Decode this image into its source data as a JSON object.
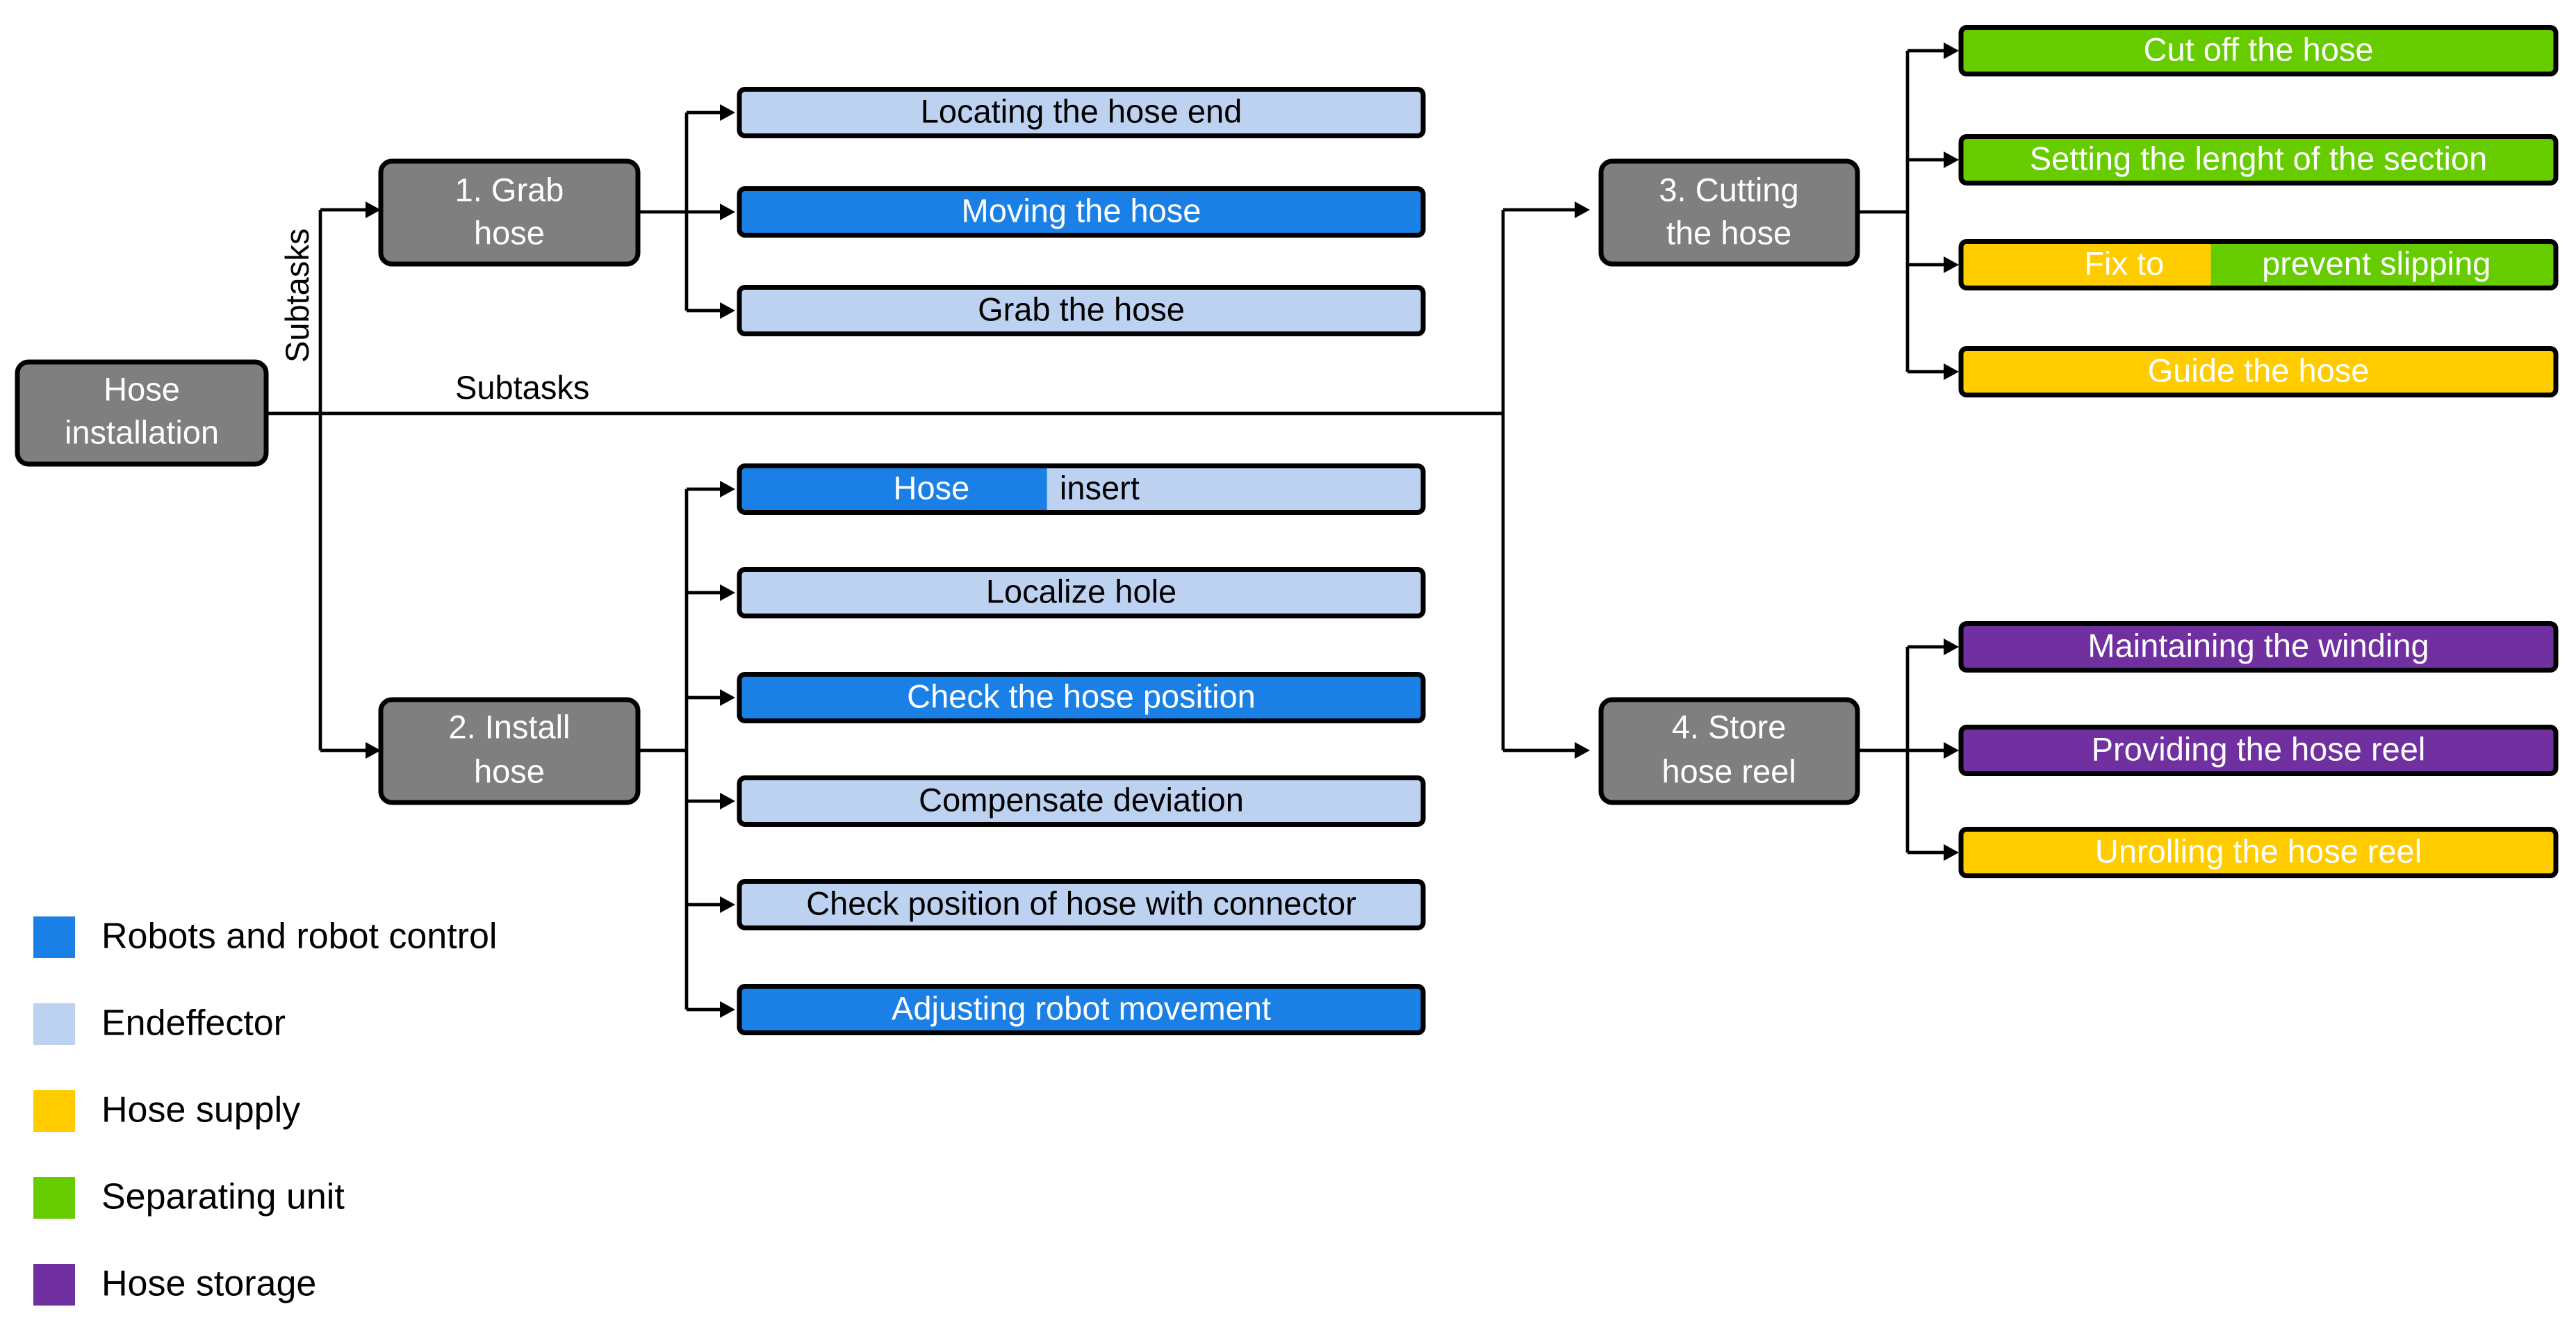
{
  "diagram": {
    "root": {
      "label": [
        "Hose",
        "installation"
      ]
    },
    "subtasks_label_horizontal": "Subtasks",
    "subtasks_label_vertical": "Subtasks",
    "groups": [
      {
        "id": "g1",
        "label": [
          "1. Grab",
          "hose"
        ]
      },
      {
        "id": "g2",
        "label": [
          "2. Install",
          "hose"
        ]
      },
      {
        "id": "g3",
        "label": [
          "3. Cutting",
          "the hose"
        ]
      },
      {
        "id": "g4",
        "label": [
          "4. Store",
          "hose reel"
        ]
      }
    ],
    "tasks": [
      {
        "group": "g1",
        "label": "Locating the hose end",
        "category": "endeffector"
      },
      {
        "group": "g1",
        "label": "Moving the hose",
        "category": "robots"
      },
      {
        "group": "g1",
        "label": "Grab the hose",
        "category": "endeffector"
      },
      {
        "group": "g2",
        "parts": [
          {
            "label": "Hose",
            "category": "robots"
          },
          {
            "label": "insert",
            "category": "endeffector"
          }
        ]
      },
      {
        "group": "g2",
        "label": "Localize hole",
        "category": "endeffector"
      },
      {
        "group": "g2",
        "label": "Check the hose position",
        "category": "robots"
      },
      {
        "group": "g2",
        "label": "Compensate deviation",
        "category": "endeffector"
      },
      {
        "group": "g2",
        "label": "Check position of hose with connector",
        "category": "endeffector"
      },
      {
        "group": "g2",
        "label": "Adjusting robot movement",
        "category": "robots"
      },
      {
        "group": "g3",
        "label": "Cut off the hose",
        "category": "separating"
      },
      {
        "group": "g3",
        "label": "Setting the lenght of the section",
        "category": "separating"
      },
      {
        "group": "g3",
        "parts": [
          {
            "label": "Fix to",
            "category": "supply"
          },
          {
            "label": "prevent slipping",
            "category": "separating"
          }
        ]
      },
      {
        "group": "g3",
        "label": "Guide the hose",
        "category": "supply"
      },
      {
        "group": "g4",
        "label": "Maintaining the winding",
        "category": "storage"
      },
      {
        "group": "g4",
        "label": "Providing the hose reel",
        "category": "storage"
      },
      {
        "group": "g4",
        "label": "Unrolling the hose reel",
        "category": "supply"
      }
    ]
  },
  "categories": {
    "robots": {
      "color": "#1a80e5",
      "text_color": "#ffffff"
    },
    "endeffector": {
      "color": "#bdd1f0",
      "text_color": "#000000"
    },
    "supply": {
      "color": "#ffcc00",
      "text_color": "#ffffff"
    },
    "separating": {
      "color": "#66cc00",
      "text_color": "#ffffff"
    },
    "storage": {
      "color": "#7030a0",
      "text_color": "#ffffff"
    }
  },
  "legend": [
    {
      "category": "robots",
      "label": "Robots and robot control"
    },
    {
      "category": "endeffector",
      "label": "Endeffector"
    },
    {
      "category": "supply",
      "label": "Hose supply"
    },
    {
      "category": "separating",
      "label": "Separating unit"
    },
    {
      "category": "storage",
      "label": "Hose storage"
    }
  ],
  "colors": {
    "node_fill": "#7f7f7f",
    "node_text": "#ffffff",
    "line": "#000000"
  }
}
